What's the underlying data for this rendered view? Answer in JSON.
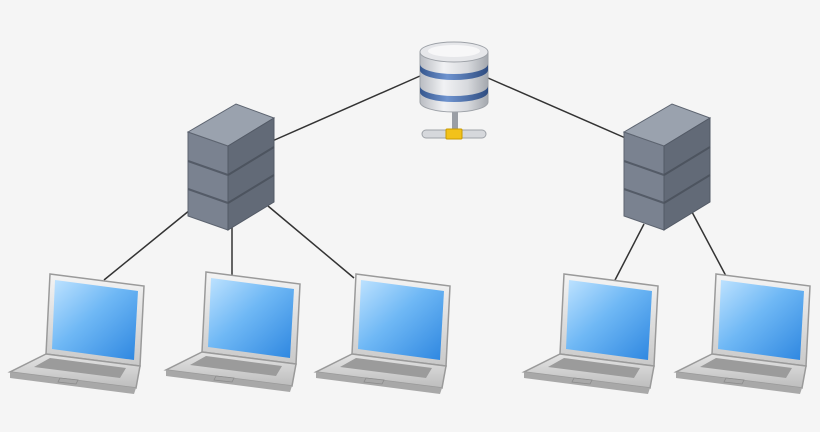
{
  "diagram": {
    "type": "network-topology",
    "background_color": "#f5f5f5",
    "colors": {
      "server_body": "#6f7887",
      "database_band": "#4a72b0",
      "database_connector": "#f2c21a",
      "laptop_screen": "#5aaaf0",
      "link_line": "#333333"
    },
    "nodes": [
      {
        "id": "database",
        "icon": "database-icon"
      },
      {
        "id": "server-left",
        "icon": "server-tower-icon"
      },
      {
        "id": "server-right",
        "icon": "server-tower-icon"
      },
      {
        "id": "laptop-1",
        "icon": "laptop-icon"
      },
      {
        "id": "laptop-2",
        "icon": "laptop-icon"
      },
      {
        "id": "laptop-3",
        "icon": "laptop-icon"
      },
      {
        "id": "laptop-4",
        "icon": "laptop-icon"
      },
      {
        "id": "laptop-5",
        "icon": "laptop-icon"
      }
    ],
    "links": [
      {
        "from": "database",
        "to": "server-left"
      },
      {
        "from": "database",
        "to": "server-right"
      },
      {
        "from": "server-left",
        "to": "laptop-1"
      },
      {
        "from": "server-left",
        "to": "laptop-2"
      },
      {
        "from": "server-left",
        "to": "laptop-3"
      },
      {
        "from": "server-right",
        "to": "laptop-4"
      },
      {
        "from": "server-right",
        "to": "laptop-5"
      }
    ]
  }
}
